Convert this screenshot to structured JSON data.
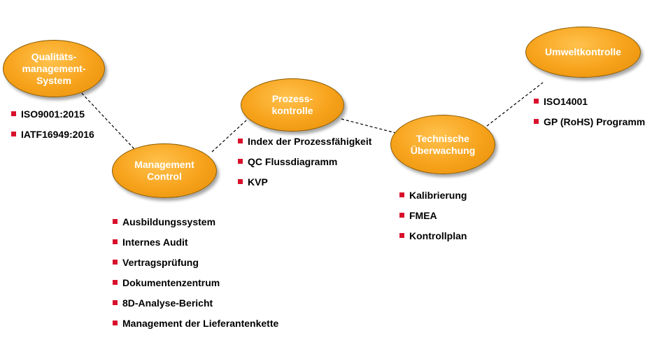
{
  "accent_color": "#d8102b",
  "node_color": "#f7a21b",
  "nodes": {
    "qms": {
      "label": "Qualitäts-\nmanagement-\nSystem",
      "items": [
        "ISO9001:2015",
        "IATF16949:2016"
      ]
    },
    "management": {
      "label": "Management\nControl",
      "items": [
        "Ausbildungssystem",
        "Internes Audit",
        "Vertragsprüfung",
        "Dokumentenzentrum",
        "8D-Analyse-Bericht",
        "Management der Lieferantenkette"
      ]
    },
    "process": {
      "label": "Prozess-\nkontrolle",
      "items": [
        "Index der Prozessfähigkeit",
        "QC Flussdiagramm",
        "KVP"
      ]
    },
    "technical": {
      "label": "Technische\nÜberwachung",
      "items": [
        "Kalibrierung",
        "FMEA",
        "Kontrollplan"
      ]
    },
    "environment": {
      "label": "Umweltkontrolle",
      "items": [
        "ISO14001",
        "GP (RoHS) Programm"
      ]
    }
  }
}
